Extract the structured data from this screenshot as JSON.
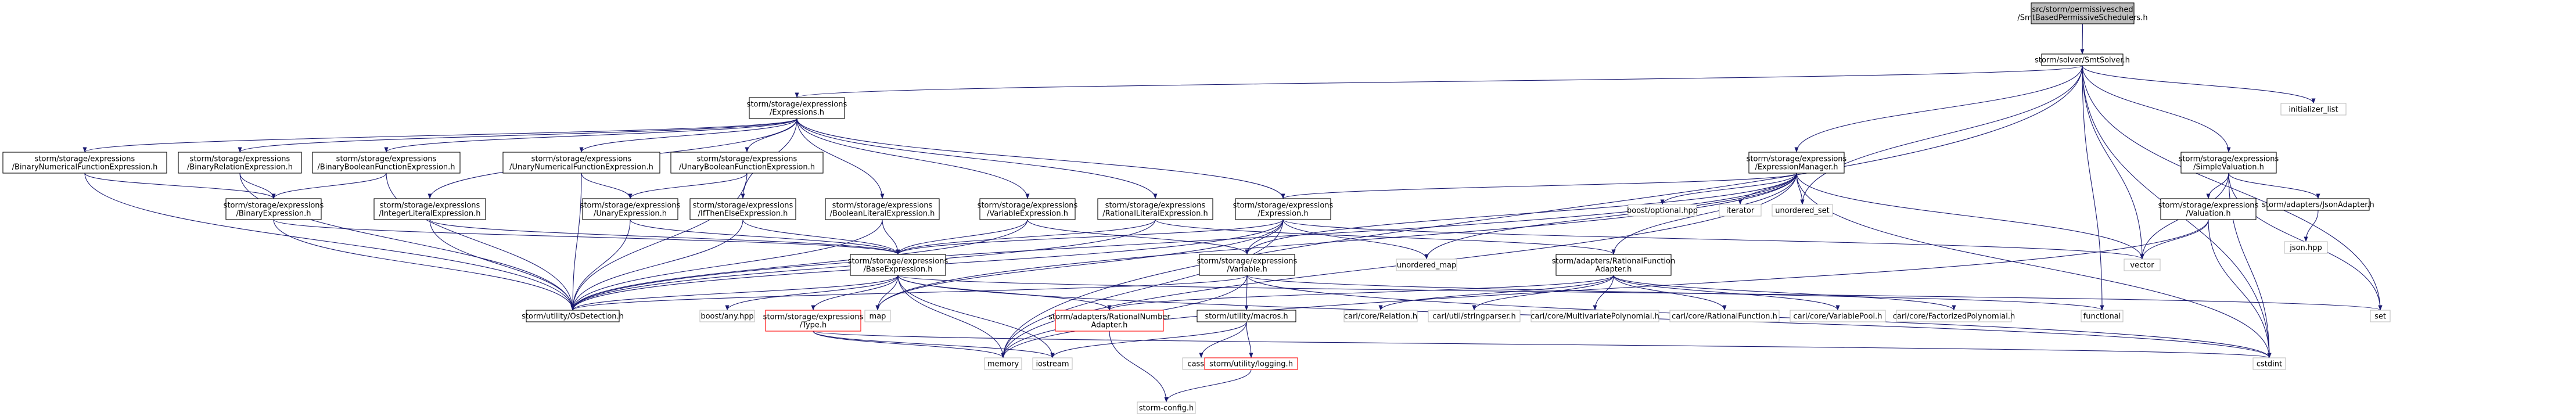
{
  "colors": {
    "root_fill": "#bfbfbf",
    "node_fill": "#ffffff",
    "node_border": "#000000",
    "missing_border": "#ff0000",
    "external_border": "#bfbfbf",
    "edge": "#191970"
  },
  "graph": {
    "nodes": [
      {
        "id": "root",
        "lines": [
          "src/storm/permissivesched",
          "/SmtBasedPermissiveSchedulers.h"
        ],
        "kind": "root"
      },
      {
        "id": "smtsolver",
        "lines": [
          "storm/solver/SmtSolver.h"
        ],
        "kind": "normal"
      },
      {
        "id": "expressions",
        "lines": [
          "storm/storage/expressions",
          "/Expressions.h"
        ],
        "kind": "normal"
      },
      {
        "id": "exprmanager",
        "lines": [
          "storm/storage/expressions",
          "/ExpressionManager.h"
        ],
        "kind": "normal"
      },
      {
        "id": "simplevaluation",
        "lines": [
          "storm/storage/expressions",
          "/SimpleValuation.h"
        ],
        "kind": "normal"
      },
      {
        "id": "initializer_list",
        "lines": [
          "initializer_list"
        ],
        "kind": "external"
      },
      {
        "id": "binarynum",
        "lines": [
          "storm/storage/expressions",
          "/BinaryNumericalFunctionExpression.h"
        ],
        "kind": "normal"
      },
      {
        "id": "binaryrel",
        "lines": [
          "storm/storage/expressions",
          "/BinaryRelationExpression.h"
        ],
        "kind": "normal"
      },
      {
        "id": "binarybool",
        "lines": [
          "storm/storage/expressions",
          "/BinaryBooleanFunctionExpression.h"
        ],
        "kind": "normal"
      },
      {
        "id": "unarynum",
        "lines": [
          "storm/storage/expressions",
          "/UnaryNumericalFunctionExpression.h"
        ],
        "kind": "normal"
      },
      {
        "id": "unarybool",
        "lines": [
          "storm/storage/expressions",
          "/UnaryBooleanFunctionExpression.h"
        ],
        "kind": "normal"
      },
      {
        "id": "binaryexpr",
        "lines": [
          "storm/storage/expressions",
          "/BinaryExpression.h"
        ],
        "kind": "normal"
      },
      {
        "id": "intliteral",
        "lines": [
          "storm/storage/expressions",
          "/IntegerLiteralExpression.h"
        ],
        "kind": "normal"
      },
      {
        "id": "unaryexpr",
        "lines": [
          "storm/storage/expressions",
          "/UnaryExpression.h"
        ],
        "kind": "normal"
      },
      {
        "id": "ite",
        "lines": [
          "storm/storage/expressions",
          "/IfThenElseExpression.h"
        ],
        "kind": "normal"
      },
      {
        "id": "boolliteral",
        "lines": [
          "storm/storage/expressions",
          "/BooleanLiteralExpression.h"
        ],
        "kind": "normal"
      },
      {
        "id": "varexpr",
        "lines": [
          "storm/storage/expressions",
          "/VariableExpression.h"
        ],
        "kind": "normal"
      },
      {
        "id": "ratliteral",
        "lines": [
          "storm/storage/expressions",
          "/RationalLiteralExpression.h"
        ],
        "kind": "normal"
      },
      {
        "id": "expression",
        "lines": [
          "storm/storage/expressions",
          "/Expression.h"
        ],
        "kind": "normal"
      },
      {
        "id": "boostoptional",
        "lines": [
          "boost/optional.hpp"
        ],
        "kind": "external"
      },
      {
        "id": "iterator",
        "lines": [
          "iterator"
        ],
        "kind": "external"
      },
      {
        "id": "unordered_set",
        "lines": [
          "unordered_set"
        ],
        "kind": "external"
      },
      {
        "id": "valuation",
        "lines": [
          "storm/storage/expressions",
          "/Valuation.h"
        ],
        "kind": "normal"
      },
      {
        "id": "jsonadapter",
        "lines": [
          "storm/adapters/JsonAdapter.h"
        ],
        "kind": "normal"
      },
      {
        "id": "baseexpr",
        "lines": [
          "storm/storage/expressions",
          "/BaseExpression.h"
        ],
        "kind": "normal"
      },
      {
        "id": "variable",
        "lines": [
          "storm/storage/expressions",
          "/Variable.h"
        ],
        "kind": "normal"
      },
      {
        "id": "ratfuncadapter",
        "lines": [
          "storm/adapters/RationalFunction",
          "Adapter.h"
        ],
        "kind": "normal"
      },
      {
        "id": "unordered_map",
        "lines": [
          "unordered_map"
        ],
        "kind": "external"
      },
      {
        "id": "vector",
        "lines": [
          "vector"
        ],
        "kind": "external"
      },
      {
        "id": "jsonhpp",
        "lines": [
          "json.hpp"
        ],
        "kind": "external"
      },
      {
        "id": "osdetection",
        "lines": [
          "storm/utility/OsDetection.h"
        ],
        "kind": "normal"
      },
      {
        "id": "boostany",
        "lines": [
          "boost/any.hpp"
        ],
        "kind": "external"
      },
      {
        "id": "type",
        "lines": [
          "storm/storage/expressions",
          "/Type.h"
        ],
        "kind": "missing"
      },
      {
        "id": "map",
        "lines": [
          "map"
        ],
        "kind": "external"
      },
      {
        "id": "ratnumadapter",
        "lines": [
          "storm/adapters/RationalNumber",
          "Adapter.h"
        ],
        "kind": "missing"
      },
      {
        "id": "macros",
        "lines": [
          "storm/utility/macros.h"
        ],
        "kind": "normal"
      },
      {
        "id": "relation",
        "lines": [
          "carl/core/Relation.h"
        ],
        "kind": "external"
      },
      {
        "id": "stringparser",
        "lines": [
          "carl/util/stringparser.h"
        ],
        "kind": "external"
      },
      {
        "id": "multivariate",
        "lines": [
          "carl/core/MultivariatePolynomial.h"
        ],
        "kind": "external"
      },
      {
        "id": "ratfunction",
        "lines": [
          "carl/core/RationalFunction.h"
        ],
        "kind": "external"
      },
      {
        "id": "variablepool",
        "lines": [
          "carl/core/VariablePool.h"
        ],
        "kind": "external"
      },
      {
        "id": "factorized",
        "lines": [
          "carl/core/FactorizedPolynomial.h"
        ],
        "kind": "external"
      },
      {
        "id": "functional",
        "lines": [
          "functional"
        ],
        "kind": "external"
      },
      {
        "id": "set",
        "lines": [
          "set"
        ],
        "kind": "external"
      },
      {
        "id": "memory",
        "lines": [
          "memory"
        ],
        "kind": "external"
      },
      {
        "id": "iostream",
        "lines": [
          "iostream"
        ],
        "kind": "external"
      },
      {
        "id": "cassert",
        "lines": [
          "cassert"
        ],
        "kind": "external"
      },
      {
        "id": "logging",
        "lines": [
          "storm/utility/logging.h"
        ],
        "kind": "missing"
      },
      {
        "id": "cstdint",
        "lines": [
          "cstdint"
        ],
        "kind": "external"
      },
      {
        "id": "stormconfig",
        "lines": [
          "storm-config.h"
        ],
        "kind": "external"
      }
    ],
    "edges": [
      [
        "root",
        "smtsolver"
      ],
      [
        "smtsolver",
        "expressions"
      ],
      [
        "smtsolver",
        "exprmanager"
      ],
      [
        "smtsolver",
        "simplevaluation"
      ],
      [
        "smtsolver",
        "initializer_list"
      ],
      [
        "smtsolver",
        "unordered_set"
      ],
      [
        "smtsolver",
        "vector"
      ],
      [
        "smtsolver",
        "functional"
      ],
      [
        "smtsolver",
        "set"
      ],
      [
        "smtsolver",
        "cstdint"
      ],
      [
        "smtsolver",
        "memory"
      ],
      [
        "expressions",
        "binarynum"
      ],
      [
        "expressions",
        "binaryrel"
      ],
      [
        "expressions",
        "binarybool"
      ],
      [
        "expressions",
        "unarynum"
      ],
      [
        "expressions",
        "unarybool"
      ],
      [
        "expressions",
        "intliteral"
      ],
      [
        "expressions",
        "ite"
      ],
      [
        "expressions",
        "boolliteral"
      ],
      [
        "expressions",
        "varexpr"
      ],
      [
        "expressions",
        "ratliteral"
      ],
      [
        "expressions",
        "expression"
      ],
      [
        "binarynum",
        "binaryexpr"
      ],
      [
        "binarynum",
        "osdetection"
      ],
      [
        "binaryrel",
        "binaryexpr"
      ],
      [
        "binaryrel",
        "osdetection"
      ],
      [
        "binarybool",
        "binaryexpr"
      ],
      [
        "binarybool",
        "osdetection"
      ],
      [
        "unarynum",
        "unaryexpr"
      ],
      [
        "unarynum",
        "osdetection"
      ],
      [
        "unarybool",
        "unaryexpr"
      ],
      [
        "unarybool",
        "osdetection"
      ],
      [
        "binaryexpr",
        "baseexpr"
      ],
      [
        "binaryexpr",
        "osdetection"
      ],
      [
        "intliteral",
        "baseexpr"
      ],
      [
        "intliteral",
        "osdetection"
      ],
      [
        "unaryexpr",
        "baseexpr"
      ],
      [
        "unaryexpr",
        "osdetection"
      ],
      [
        "ite",
        "baseexpr"
      ],
      [
        "ite",
        "osdetection"
      ],
      [
        "boolliteral",
        "baseexpr"
      ],
      [
        "boolliteral",
        "osdetection"
      ],
      [
        "varexpr",
        "baseexpr"
      ],
      [
        "varexpr",
        "osdetection"
      ],
      [
        "varexpr",
        "variable"
      ],
      [
        "ratliteral",
        "baseexpr"
      ],
      [
        "ratliteral",
        "osdetection"
      ],
      [
        "ratliteral",
        "ratfuncadapter"
      ],
      [
        "expression",
        "baseexpr"
      ],
      [
        "expression",
        "osdetection"
      ],
      [
        "expression",
        "variable"
      ],
      [
        "expression",
        "unordered_map"
      ],
      [
        "expression",
        "vector"
      ],
      [
        "expression",
        "map"
      ],
      [
        "expression",
        "memory"
      ],
      [
        "exprmanager",
        "expression"
      ],
      [
        "exprmanager",
        "variable"
      ],
      [
        "exprmanager",
        "ratfuncadapter"
      ],
      [
        "exprmanager",
        "boostoptional"
      ],
      [
        "exprmanager",
        "iterator"
      ],
      [
        "exprmanager",
        "unordered_set"
      ],
      [
        "exprmanager",
        "vector"
      ],
      [
        "exprmanager",
        "osdetection"
      ],
      [
        "exprmanager",
        "map"
      ],
      [
        "exprmanager",
        "unordered_map"
      ],
      [
        "exprmanager",
        "cstdint"
      ],
      [
        "exprmanager",
        "memory"
      ],
      [
        "simplevaluation",
        "valuation"
      ],
      [
        "simplevaluation",
        "jsonadapter"
      ],
      [
        "simplevaluation",
        "vector"
      ],
      [
        "simplevaluation",
        "set"
      ],
      [
        "simplevaluation",
        "cstdint"
      ],
      [
        "valuation",
        "vector"
      ],
      [
        "valuation",
        "cstdint"
      ],
      [
        "valuation",
        "memory"
      ],
      [
        "jsonadapter",
        "jsonhpp"
      ],
      [
        "baseexpr",
        "osdetection"
      ],
      [
        "baseexpr",
        "boostany"
      ],
      [
        "baseexpr",
        "type"
      ],
      [
        "baseexpr",
        "map"
      ],
      [
        "baseexpr",
        "memory"
      ],
      [
        "baseexpr",
        "set"
      ],
      [
        "baseexpr",
        "ratnumadapter"
      ],
      [
        "baseexpr",
        "iostream"
      ],
      [
        "baseexpr",
        "cstdint"
      ],
      [
        "variable",
        "osdetection"
      ],
      [
        "variable",
        "macros"
      ],
      [
        "variable",
        "memory"
      ],
      [
        "variable",
        "functional"
      ],
      [
        "variable",
        "cstdint"
      ],
      [
        "ratfuncadapter",
        "relation"
      ],
      [
        "ratfuncadapter",
        "stringparser"
      ],
      [
        "ratfuncadapter",
        "multivariate"
      ],
      [
        "ratfuncadapter",
        "ratfunction"
      ],
      [
        "ratfuncadapter",
        "variablepool"
      ],
      [
        "ratfuncadapter",
        "factorized"
      ],
      [
        "ratfuncadapter",
        "ratnumadapter"
      ],
      [
        "type",
        "memory"
      ],
      [
        "type",
        "iostream"
      ],
      [
        "type",
        "cstdint"
      ],
      [
        "ratnumadapter",
        "stormconfig"
      ],
      [
        "macros",
        "iostream"
      ],
      [
        "macros",
        "cassert"
      ],
      [
        "macros",
        "logging"
      ],
      [
        "logging",
        "stormconfig"
      ]
    ]
  }
}
